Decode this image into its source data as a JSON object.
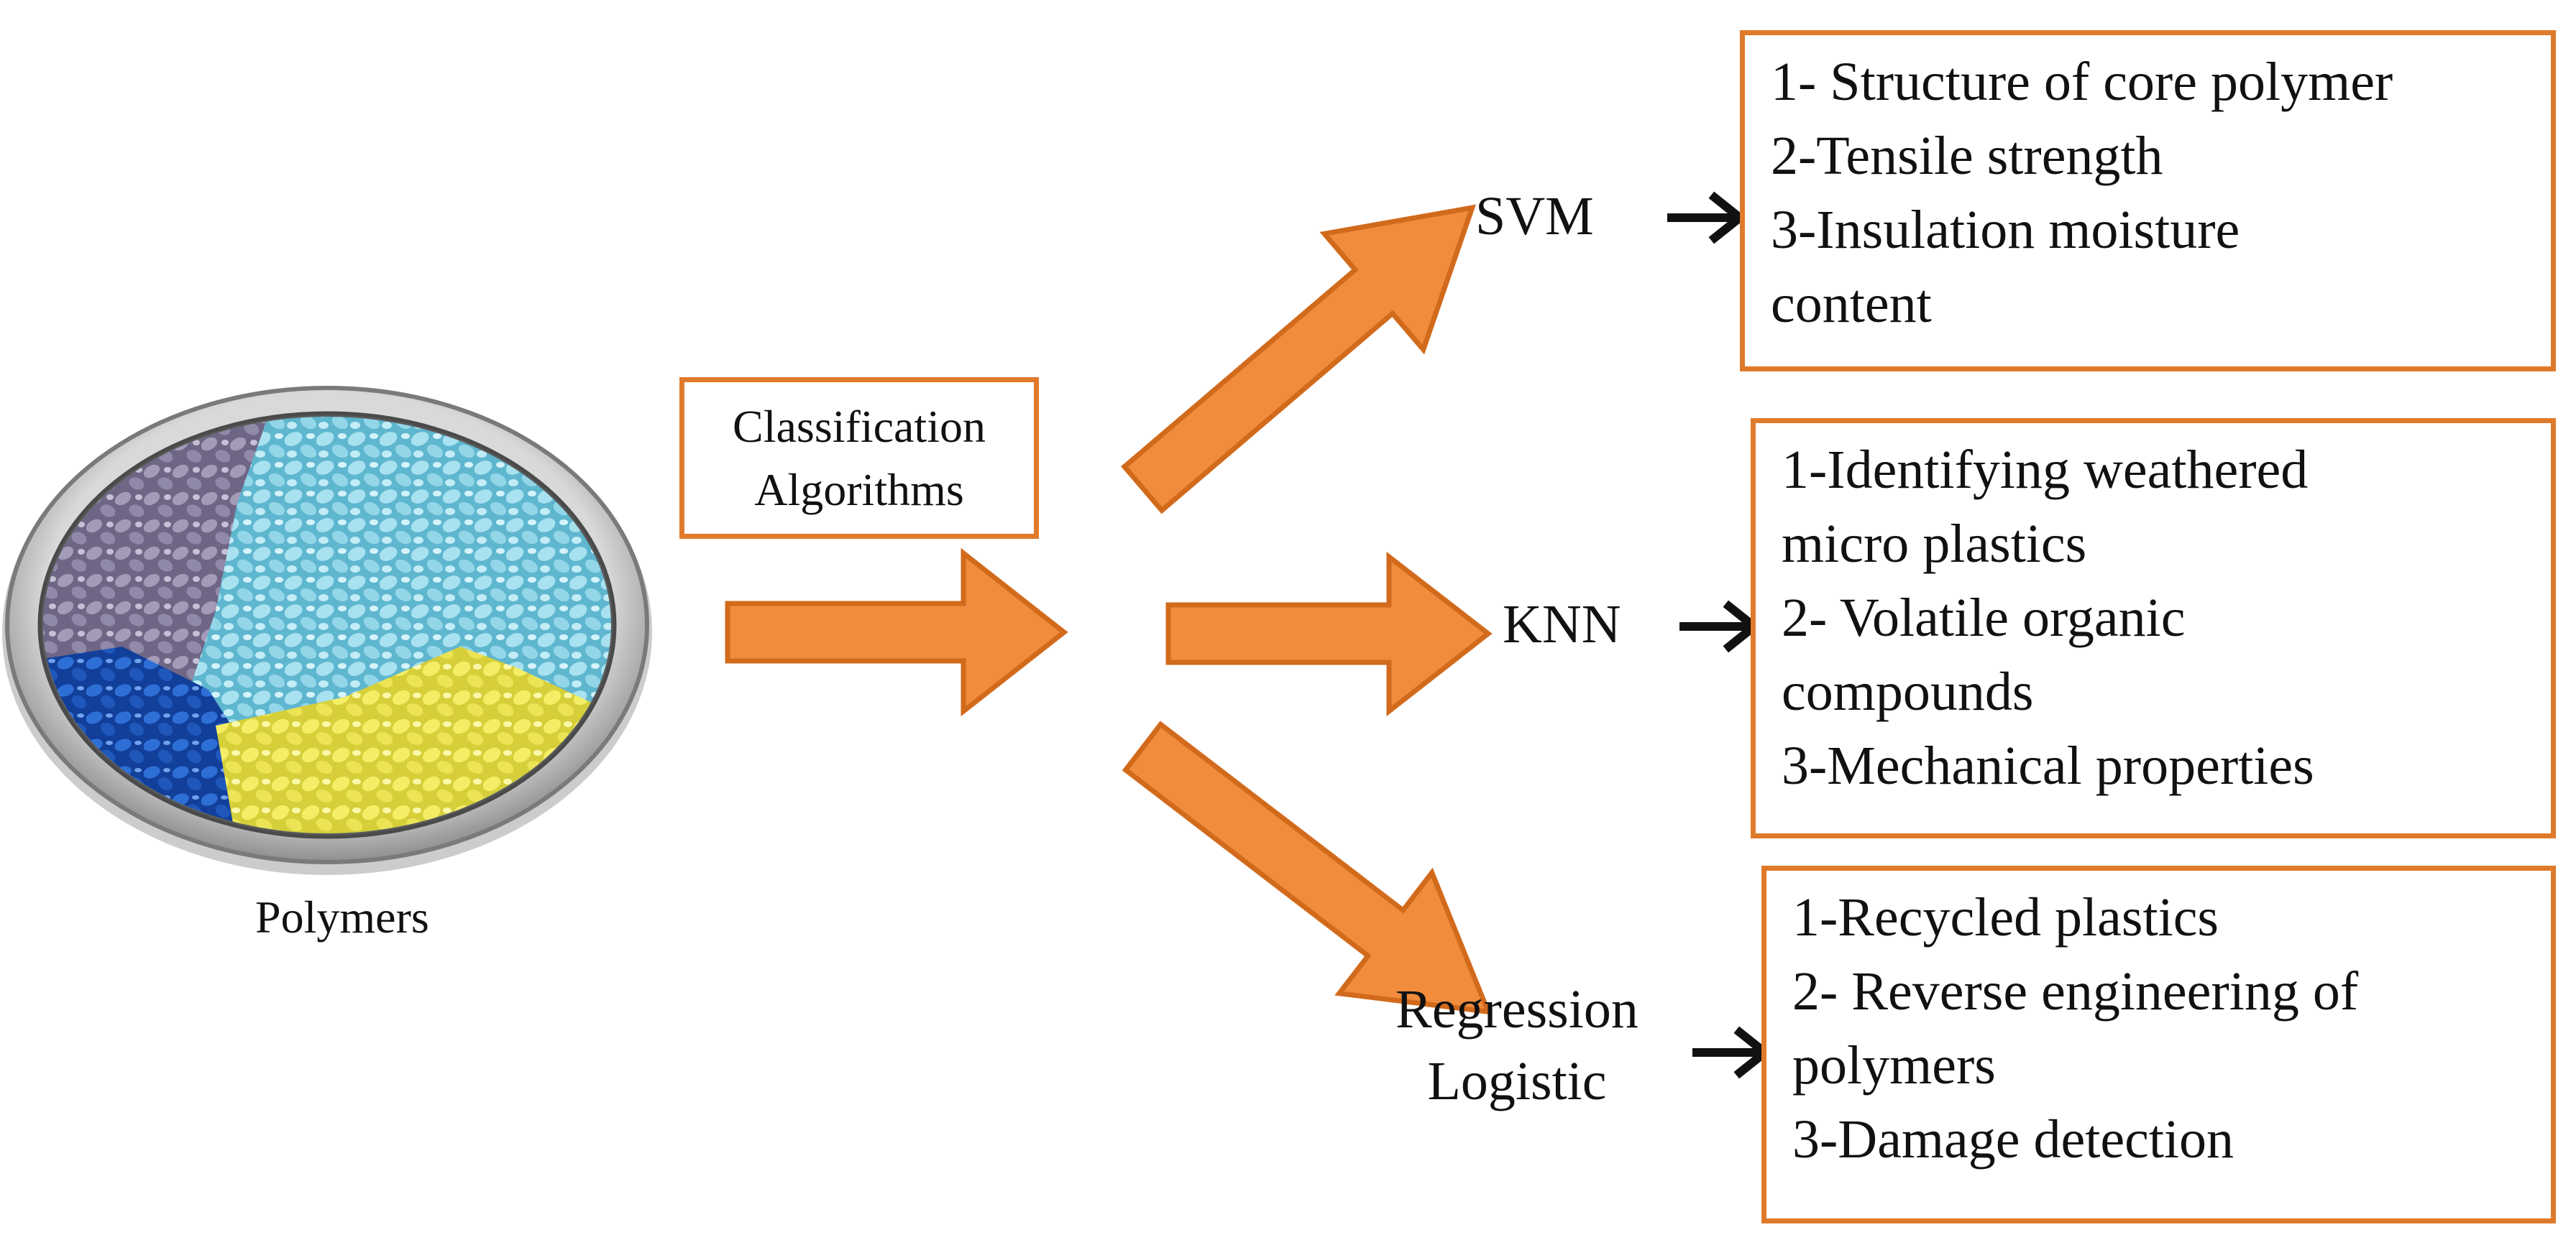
{
  "colors": {
    "arrow_fill": "#f08c3c",
    "arrow_stroke": "#d26a1c",
    "box_border": "#e07a2b",
    "pointer_arrow": "#111111"
  },
  "icons": {
    "polymer_dish": "polymer-pellets-dish-icon"
  },
  "source": {
    "label": "Polymers"
  },
  "classifier": {
    "lines": [
      "Classification",
      "Algorithms"
    ]
  },
  "algorithms": [
    {
      "name_lines": [
        "SVM"
      ],
      "applications": [
        "1- Structure of core polymer",
        "2-Tensile strength",
        "3-Insulation moisture",
        "content"
      ]
    },
    {
      "name_lines": [
        "KNN"
      ],
      "applications": [
        "1-Identifying weathered",
        "micro plastics",
        "2- Volatile organic",
        "compounds",
        "3-Mechanical properties"
      ]
    },
    {
      "name_lines": [
        "Regression",
        "Logistic"
      ],
      "applications": [
        "1-Recycled plastics",
        "2- Reverse engineering of",
        "polymers",
        "3-Damage detection"
      ]
    }
  ]
}
